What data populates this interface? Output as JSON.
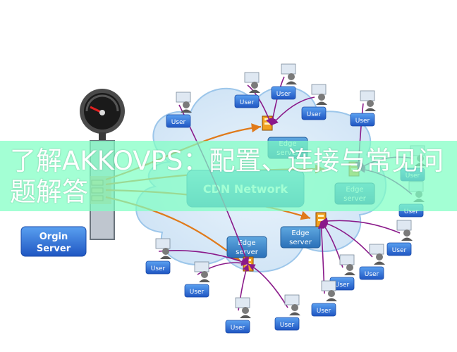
{
  "labels": {
    "origin_server": "Orgin\nServer",
    "cdn_network": "CDN Network",
    "edge_server": "Edge\nserver",
    "user": "User"
  },
  "banner": {
    "title": "了解AKKOVPS：配置、连接与常见问题解答"
  },
  "colors": {
    "user_box": "#1f5fd6",
    "edge_box": "#2a78c8",
    "cdn_box": "#4aa0d4",
    "origin_box": "#2f6fd3",
    "cloud": "#d6e8f8",
    "arrow_user": "#8a1a8a",
    "arrow_edge": "#e07a1a",
    "banner": "#80ffc3"
  },
  "icons": {
    "gauge": "speedometer-icon",
    "server": "server-rack-icon",
    "user": "user-person-icon",
    "edge": "edge-server-icon"
  }
}
